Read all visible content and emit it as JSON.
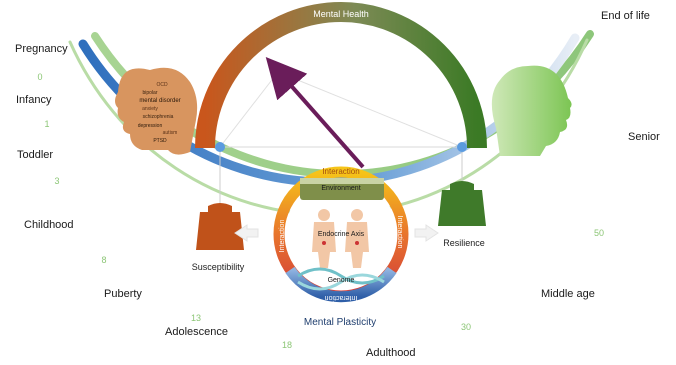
{
  "arc_title": "Mental Health",
  "plasticity_label": "Mental Plasticity",
  "life_stages": {
    "pregnancy": "Pregnancy",
    "infancy": "Infancy",
    "toddler": "Toddler",
    "childhood": "Childhood",
    "puberty": "Puberty",
    "adolescence": "Adolescence",
    "adulthood": "Adulthood",
    "middle_age": "Middle age",
    "senior": "Senior",
    "end_of_life": "End of life"
  },
  "ages": [
    "0",
    "1",
    "3",
    "8",
    "13",
    "18",
    "30",
    "50"
  ],
  "susceptibility_label": "Susceptibility",
  "resilience_label": "Resilience",
  "center": {
    "interaction_top": "Interaction",
    "interaction_left": "Interaction",
    "interaction_right": "Interaction",
    "interaction_bottom": "Interaction",
    "environment": "Environment",
    "endocrine_axis": "Endocrine Axis",
    "genome": "Genome"
  },
  "head_words": [
    "OCD",
    "bipolar",
    "mental disorder",
    "anxiety",
    "schizophrenia",
    "depression",
    "PTSD",
    "autism"
  ],
  "colors": {
    "susceptibility": "#c0521a",
    "resilience": "#3f7a2a",
    "plasticity": "#3a7cc6",
    "timeline": "#9cc98a",
    "arrow": "#6a1d5a",
    "senior_head": "#8fd16a"
  }
}
